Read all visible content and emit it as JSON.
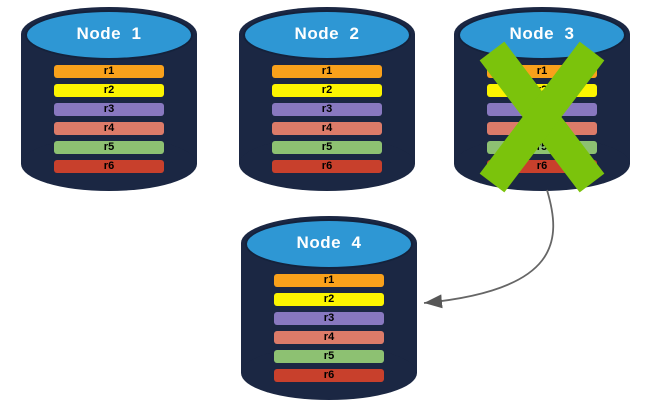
{
  "diagram": {
    "nodes": [
      {
        "label": "Node  1",
        "failed": false,
        "bars": [
          {
            "label": "r1",
            "color": "#F9A11B"
          },
          {
            "label": "r2",
            "color": "#FCF400"
          },
          {
            "label": "r3",
            "color": "#8878C0"
          },
          {
            "label": "r4",
            "color": "#DC7B69"
          },
          {
            "label": "r5",
            "color": "#8DC172"
          },
          {
            "label": "r6",
            "color": "#C8402C"
          }
        ]
      },
      {
        "label": "Node  2",
        "failed": false,
        "bars": [
          {
            "label": "r1",
            "color": "#F9A11B"
          },
          {
            "label": "r2",
            "color": "#FCF400"
          },
          {
            "label": "r3",
            "color": "#8878C0"
          },
          {
            "label": "r4",
            "color": "#DC7B69"
          },
          {
            "label": "r5",
            "color": "#8DC172"
          },
          {
            "label": "r6",
            "color": "#C8402C"
          }
        ]
      },
      {
        "label": "Node  3",
        "failed": true,
        "bars": [
          {
            "label": "r1",
            "color": "#F9A11B"
          },
          {
            "label": "r2",
            "color": "#FCF400"
          },
          {
            "label": "r3",
            "color": "#8878C0"
          },
          {
            "label": "r4",
            "color": "#DC7B69"
          },
          {
            "label": "r5",
            "color": "#8DC172"
          },
          {
            "label": "r6",
            "color": "#C8402C"
          }
        ]
      },
      {
        "label": "Node  4",
        "failed": false,
        "bars": [
          {
            "label": "r1",
            "color": "#F9A11B"
          },
          {
            "label": "r2",
            "color": "#FCF400"
          },
          {
            "label": "r3",
            "color": "#8878C0"
          },
          {
            "label": "r4",
            "color": "#DC7B69"
          },
          {
            "label": "r5",
            "color": "#8DC172"
          },
          {
            "label": "r6",
            "color": "#C8402C"
          }
        ]
      }
    ],
    "failure_mark": {
      "on_node": "Node 3",
      "color": "#7BC30C"
    },
    "arrow": {
      "from": "Node 3",
      "to": "Node 4",
      "color": "#666666",
      "head_color": "#575757"
    },
    "palette": {
      "cylinder_body": "#1B2743",
      "cylinder_top": "#2E97D4",
      "node_label_text": "#FFFFFF",
      "bar_label_text": "#000000"
    }
  }
}
